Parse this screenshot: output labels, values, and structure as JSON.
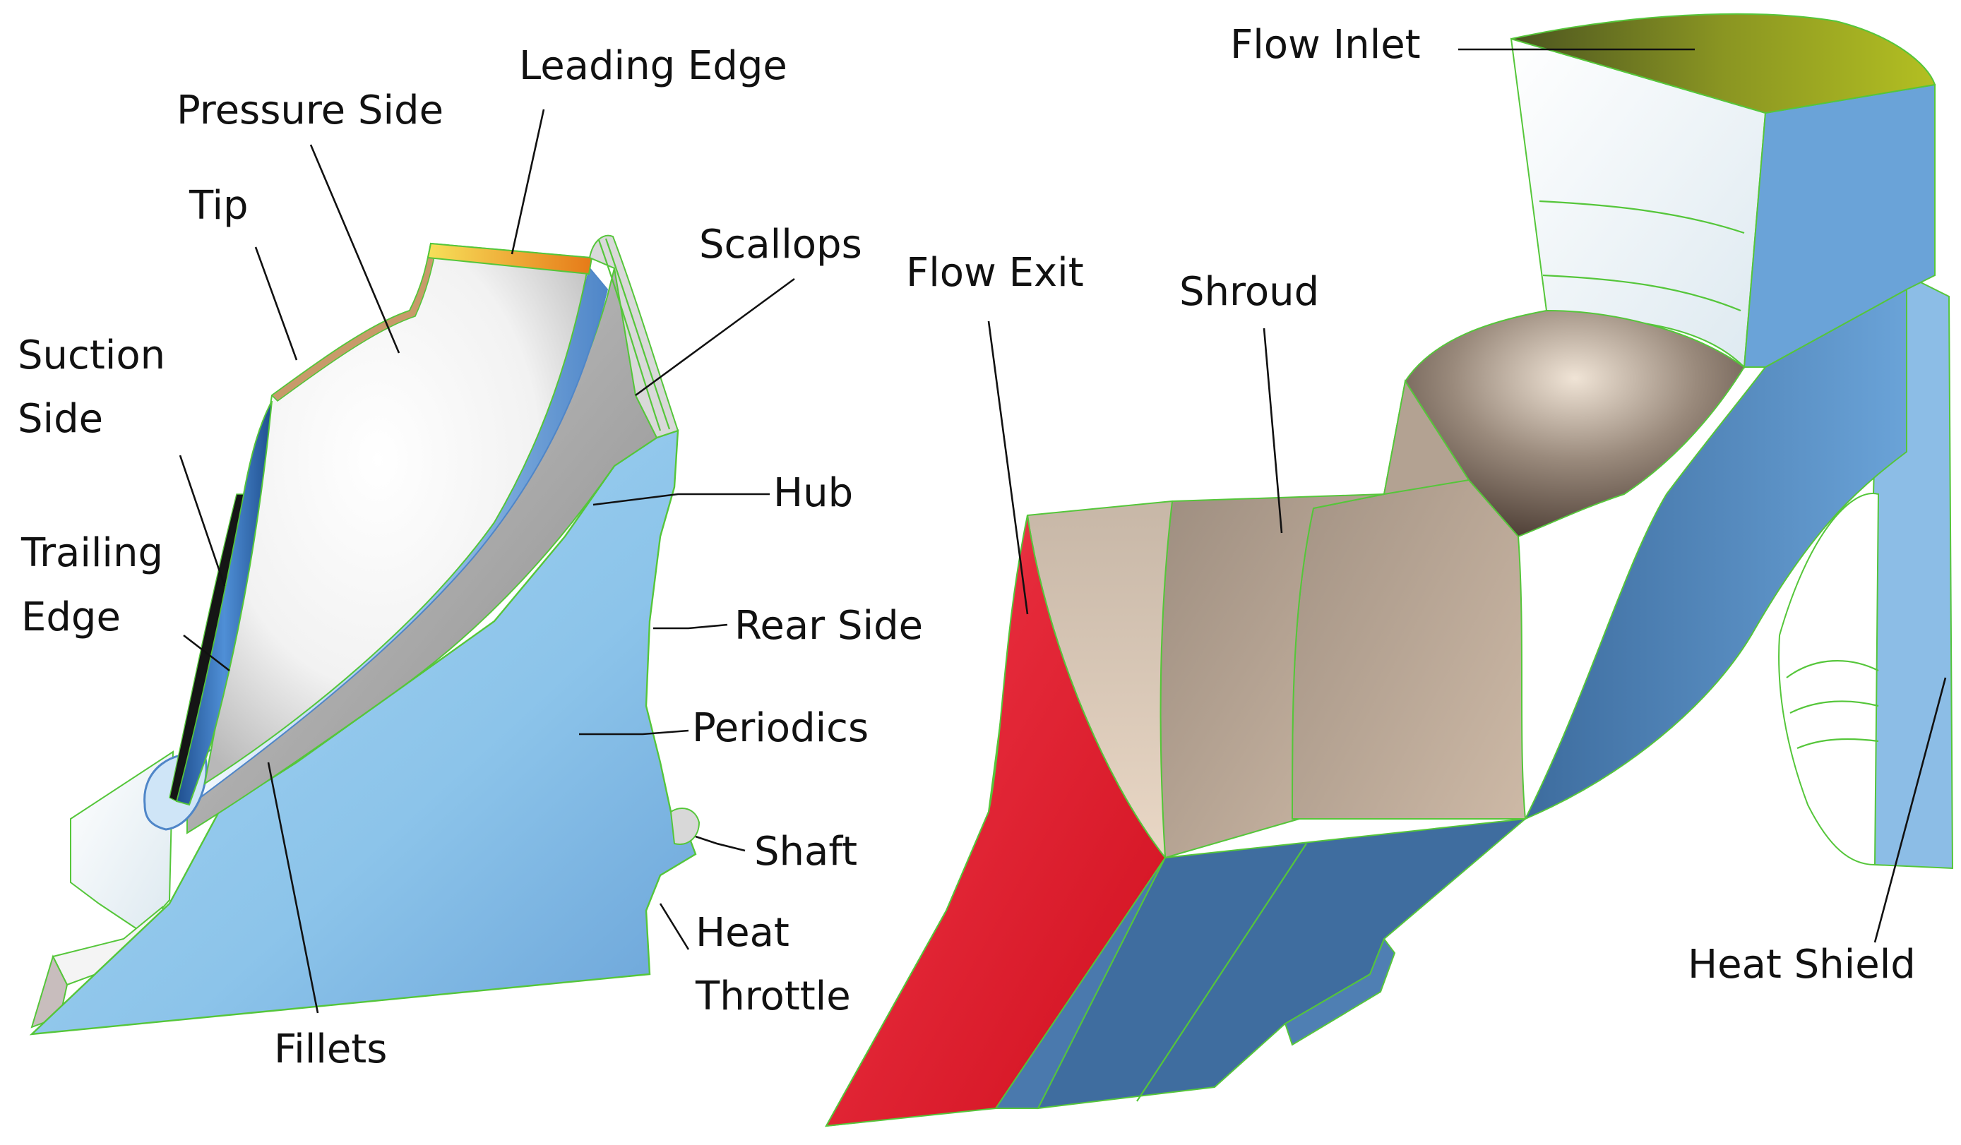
{
  "labels": {
    "pressure_side": "Pressure Side",
    "leading_edge": "Leading Edge",
    "tip": "Tip",
    "scallops": "Scallops",
    "suction_side_1": "Suction",
    "suction_side_2": "Side",
    "hub": "Hub",
    "trailing_edge_1": "Trailing",
    "trailing_edge_2": "Edge",
    "rear_side": "Rear Side",
    "periodics": "Periodics",
    "shaft": "Shaft",
    "heat_throttle_1": "Heat",
    "heat_throttle_2": "Throttle",
    "fillets": "Fillets",
    "flow_inlet": "Flow Inlet",
    "flow_exit": "Flow Exit",
    "shroud": "Shroud",
    "heat_shield": "Heat Shield"
  },
  "colors": {
    "periodic_blue": "#8ec6ea",
    "hub_blue": "#5b94cc",
    "flow_exit_red": "#e01727",
    "shroud_tan": "#c9b8a6",
    "flow_inlet_olive": "#a9b420",
    "leading_edge_orange": "#f0a020",
    "edge_green": "#55c63a"
  }
}
